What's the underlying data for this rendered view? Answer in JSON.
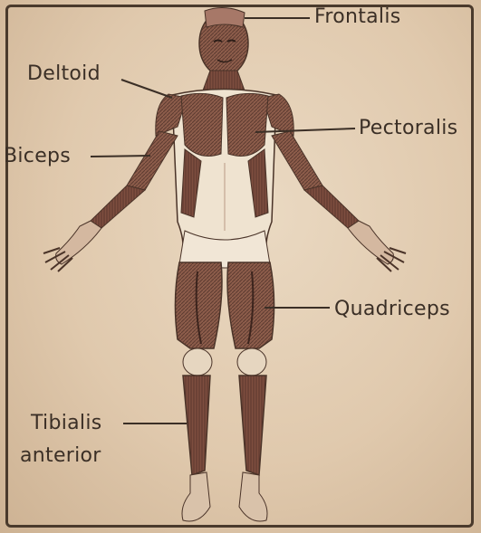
{
  "labels": {
    "frontalis": "Frontalis",
    "deltoid": "Deltoid",
    "pectoralis": "Pectoralis",
    "biceps": "Biceps",
    "quadriceps": "Quadriceps",
    "tibialis_line1": "Tibialis",
    "tibialis_line2": "anterior"
  },
  "colors": {
    "paper": "#e3cfb4",
    "ink": "#3b2f26",
    "muscle": "#8a5a4a",
    "muscle_dark": "#5c3a30",
    "skin": "#efe2cf"
  }
}
